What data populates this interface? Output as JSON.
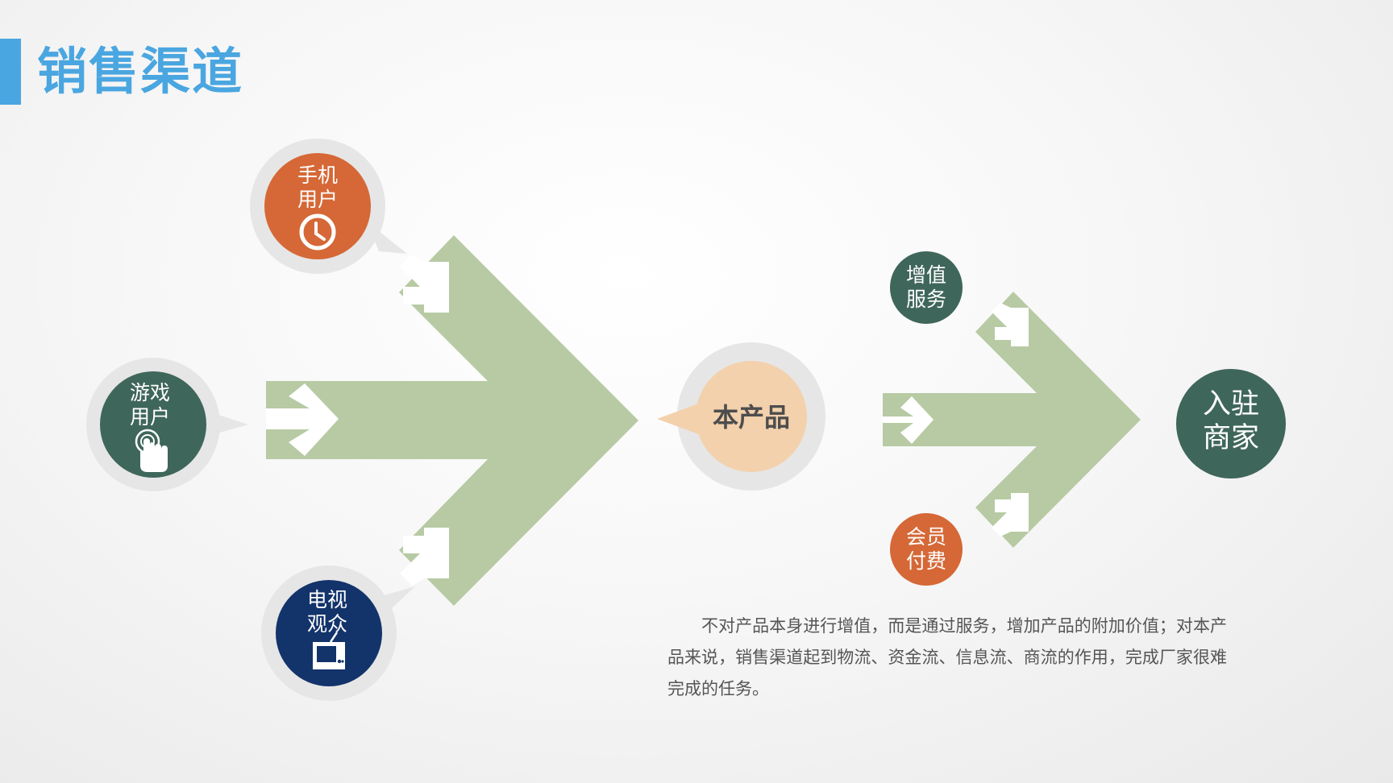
{
  "title": "销售渠道",
  "sources": {
    "phone_users": "手机\n用户",
    "game_users": "游戏\n用户",
    "tv_viewers": "电视\n观众"
  },
  "center": {
    "product": "本产品"
  },
  "channels": {
    "value_added": "增值\n服务",
    "membership": "会员\n付费"
  },
  "destination": {
    "merchant": "入驻\n商家"
  },
  "description": "不对产品本身进行增值，而是通过服务，增加产品的附加价值；对本产品来说，销售渠道起到物流、资金流、信息流、商流的作用，完成厂家很难完成的任务。",
  "colors": {
    "accent_blue": "#4aa6e0",
    "arrow_green": "#b7caa4",
    "orange": "#d56836",
    "dark_green": "#3f665a",
    "navy": "#13336b",
    "peach": "#f3d1ad",
    "ring_gray": "#e6e6e6"
  },
  "icons": [
    "clock-icon",
    "touch-hand-icon",
    "tv-icon"
  ]
}
